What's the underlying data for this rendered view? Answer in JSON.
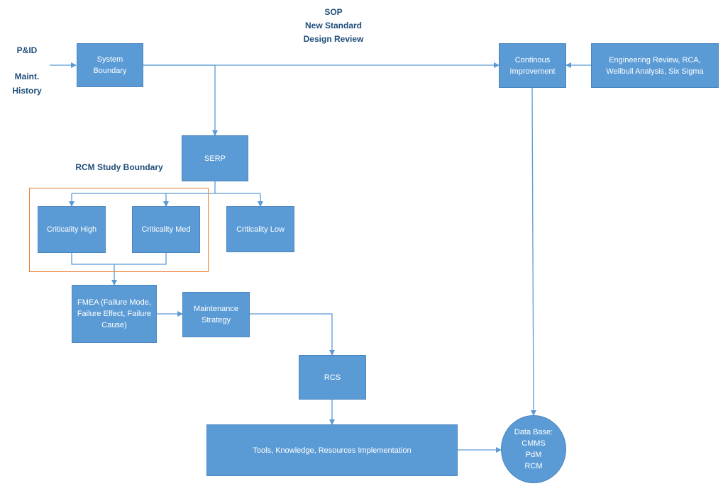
{
  "colors": {
    "box_fill": "#5b9bd5",
    "line": "#5b9bd5",
    "label_text": "#1f4e79",
    "boundary": "#ed7d31"
  },
  "labels": {
    "sop": "SOP",
    "new_standard": "New Standard",
    "design_review": "Design Review",
    "pid": "P&ID",
    "maint_line1": "Maint.",
    "maint_line2": "History",
    "rcm_boundary": "RCM Study Boundary"
  },
  "nodes": {
    "system_boundary": "System Boundary",
    "continous_improvement": "Continous Improvement",
    "engineering_review": "Engineering Review, RCA, Weilbull Analysis, Six Sigma",
    "serp": "SERP",
    "criticality_high": "Criticality High",
    "criticality_med": "Criticality Med",
    "criticality_low": "Criticality Low",
    "fmea": "FMEA (Failure Mode, Failure Effect, Failure Cause)",
    "maintenance_strategy": "Maintenance Strategy",
    "rcs": "RCS",
    "tools": "Tools, Knowledge, Resources Implementation",
    "database": "Data Base:\nCMMS\nPdM\nRCM"
  }
}
